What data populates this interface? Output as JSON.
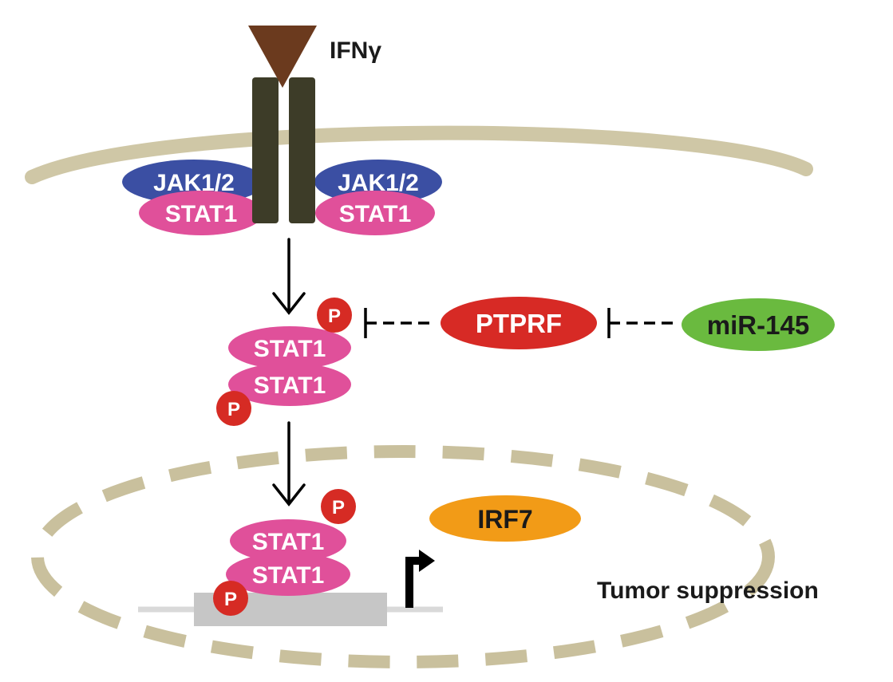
{
  "ligand": {
    "label": "IFNγ"
  },
  "receptor_complex": {
    "kinase_left": "JAK1/2",
    "kinase_right": "JAK1/2",
    "stat_left": "STAT1",
    "stat_right": "STAT1"
  },
  "cytoplasm": {
    "stat_upper": "STAT1",
    "stat_lower": "STAT1",
    "phospho_upper": "P",
    "phospho_lower": "P"
  },
  "regulators": {
    "phosphatase": "PTPRF",
    "microrna": "miR-145"
  },
  "nucleus": {
    "stat_upper": "STAT1",
    "stat_lower": "STAT1",
    "phospho_upper": "P",
    "phospho_lower": "P",
    "target_gene": "IRF7",
    "outcome": "Tumor suppression"
  },
  "colors": {
    "ligand": "#6b3a1e",
    "receptor": "#3d3c28",
    "membrane": "#cfc7a6",
    "jak": "#3b4fa3",
    "stat": "#e0509a",
    "phospho": "#d62b24",
    "ptprf": "#d72a25",
    "mirna": "#6aba3f",
    "irf7": "#f29b17",
    "dna": "#c6c6c6"
  }
}
